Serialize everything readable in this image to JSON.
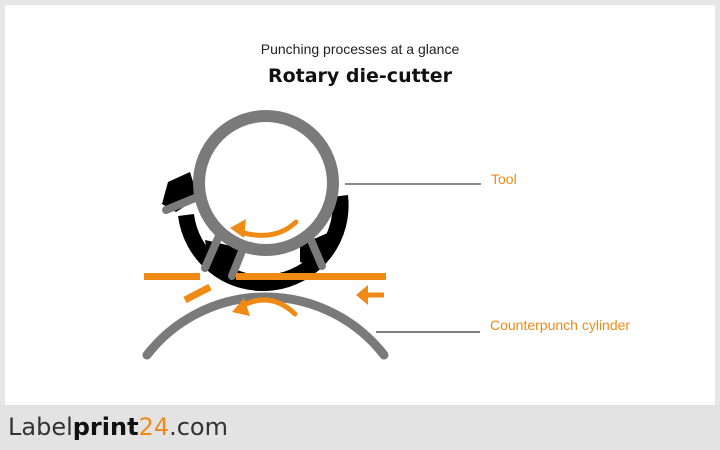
{
  "header": {
    "subtitle": "Punching processes at a glance",
    "title": "Rotary die-cutter"
  },
  "labels": {
    "tool": "Tool",
    "counterpunch": "Counterpunch cylinder"
  },
  "footer": {
    "logo_part1": "Label",
    "logo_part2": "print",
    "logo_part3": "24",
    "logo_part4": ".com"
  },
  "colors": {
    "accent": "#f08a16",
    "cylinder_gray": "#7a7a7a",
    "knife_black": "#000000",
    "footer_bg": "#e3e3e3"
  },
  "diagram": {
    "components": [
      "tool-cylinder",
      "cutting-knives",
      "label-web",
      "counterpunch-cylinder",
      "rotation-arrows",
      "feed-direction-arrow"
    ]
  }
}
